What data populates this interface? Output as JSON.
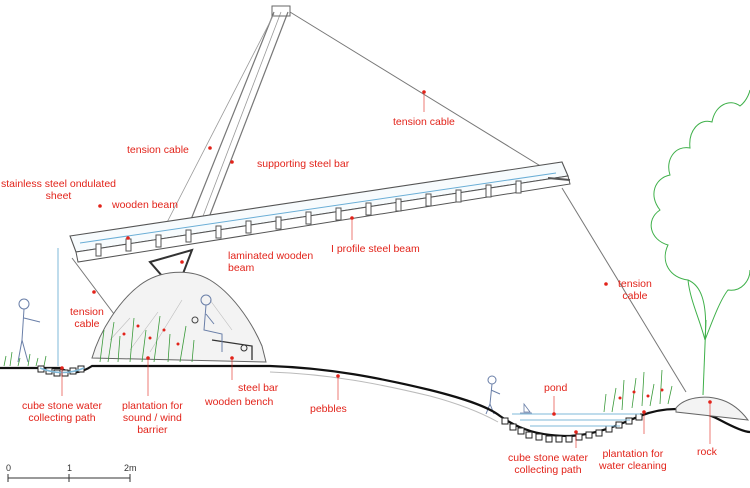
{
  "colors": {
    "label": "#e2231a",
    "line": "#555555",
    "ground": "#111111",
    "water": "#7fb8d8",
    "plants": "#3a9a3a",
    "people": "#6a7fa8"
  },
  "labels": {
    "tension_cable_top": "tension cable",
    "tension_cable_left": "tension cable",
    "supporting_steel_bar": "supporting steel bar",
    "stainless_sheet_line1": "stainless steel ondulated",
    "stainless_sheet_line2": "sheet",
    "wooden_beam": "wooden beam",
    "laminated_line1": "laminated wooden",
    "laminated_line2": "beam",
    "i_profile": "I profile steel beam",
    "tension_cable_right_line1": "tension",
    "tension_cable_right_line2": "cable",
    "tension_cable_low_line1": "tension",
    "tension_cable_low_line2": "cable",
    "cube_path_left_line1": "cube stone water",
    "cube_path_left_line2": "collecting path",
    "plantation_sound_line1": "plantation for",
    "plantation_sound_line2": "sound / wind",
    "plantation_sound_line3": "barrier",
    "steel_bar": "steel bar",
    "wooden_bench": "wooden bench",
    "pebbles": "pebbles",
    "pond": "pond",
    "cube_path_right_line1": "cube stone water",
    "cube_path_right_line2": "collecting path",
    "plantation_water_line1": "plantation for",
    "plantation_water_line2": "water cleaning",
    "rock": "rock"
  },
  "scale_bar": {
    "ticks": [
      "0",
      "1",
      "2m"
    ]
  }
}
